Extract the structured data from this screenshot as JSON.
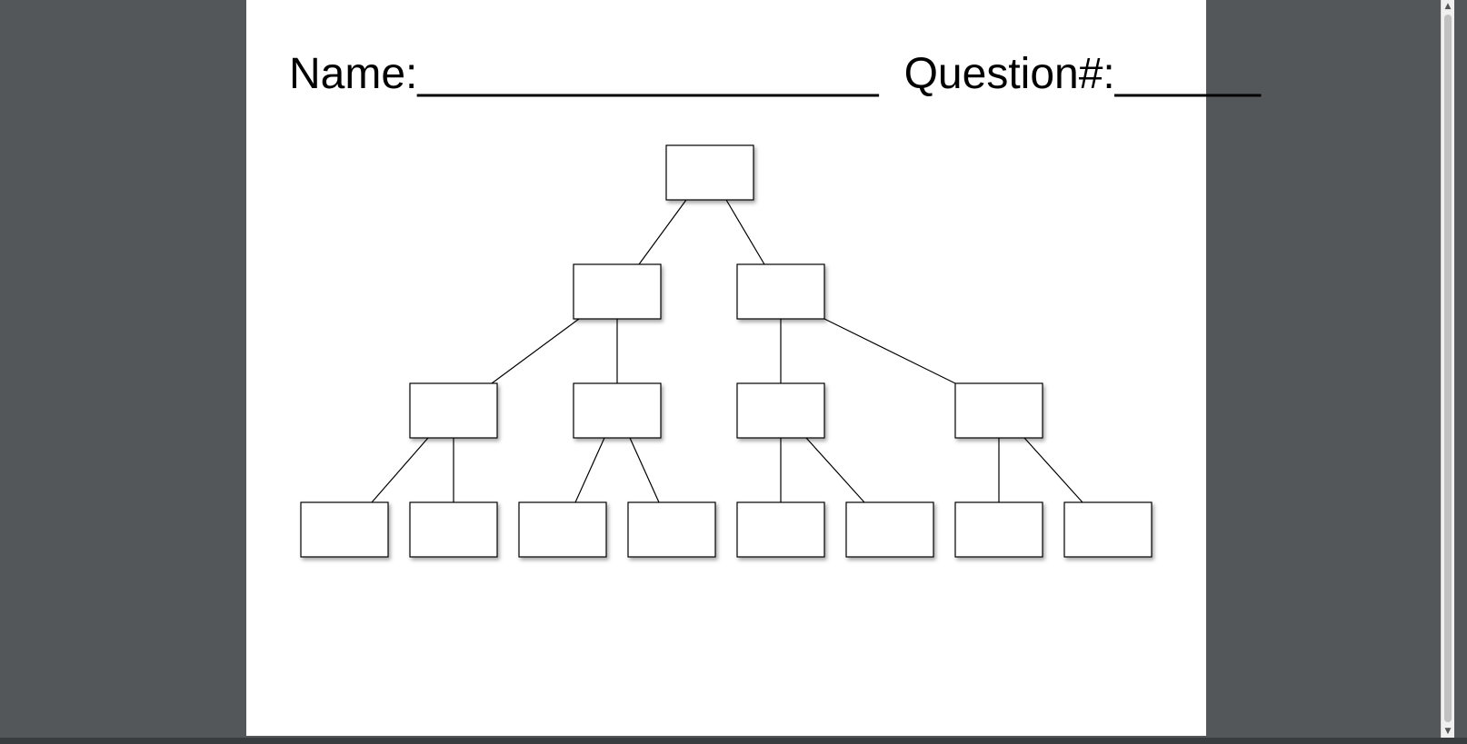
{
  "document": {
    "name_label": "Name:",
    "name_blank": "___________________",
    "question_label": "Question#:",
    "question_blank": "______"
  },
  "tree": {
    "levels": 4,
    "root_children": 2,
    "level2_children": [
      2,
      2
    ],
    "level3_children": [
      2,
      2,
      2,
      2
    ],
    "node_fill": "#ffffff",
    "node_border": "#000000"
  },
  "scrollbar": {
    "up_icon": "triangle-up-icon",
    "down_icon": "triangle-down-icon",
    "up_glyph": "▲",
    "down_glyph": "▼"
  },
  "colors": {
    "background": "#53575a",
    "page": "#ffffff"
  }
}
